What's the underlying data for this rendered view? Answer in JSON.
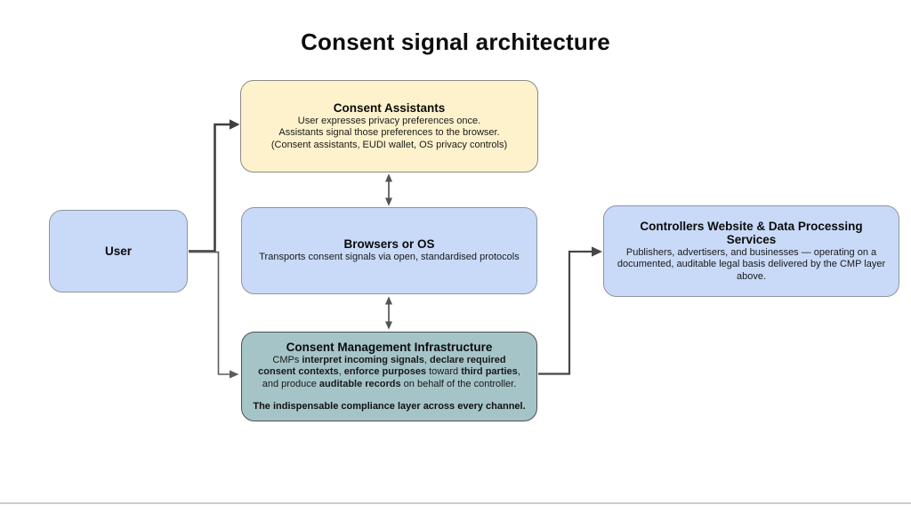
{
  "title": "Consent signal architecture",
  "nodes": {
    "assistants": {
      "title": "Consent Assistants",
      "lines": [
        "User expresses privacy preferences once.",
        "Assistants signal those preferences to the browser.",
        "(Consent assistants, EUDI wallet, OS privacy controls)"
      ],
      "fill": "#FEF2CC"
    },
    "user": {
      "title": "User",
      "fill": "#C8DAF8"
    },
    "browsers": {
      "title": "Browsers or OS",
      "body": "Transports consent signals via open, standardised protocols",
      "fill": "#C8DAF8"
    },
    "controllers": {
      "title": "Controllers Website & Data Processing Services",
      "body": "Publishers, advertisers, and businesses — operating on a documented, auditable legal basis delivered by the CMP layer above.",
      "fill": "#C8DAF8"
    },
    "cmp": {
      "title": "Consent Management Infrastructure",
      "segments": [
        {
          "text": "CMPs ",
          "bold": false
        },
        {
          "text": "interpret incoming signals",
          "bold": true
        },
        {
          "text": ", ",
          "bold": false
        },
        {
          "text": "declare required consent contexts",
          "bold": true
        },
        {
          "text": ", ",
          "bold": false
        },
        {
          "text": "enforce purposes",
          "bold": true
        },
        {
          "text": " toward ",
          "bold": false
        },
        {
          "text": "third parties",
          "bold": true
        },
        {
          "text": ", and produce ",
          "bold": false
        },
        {
          "text": "auditable records",
          "bold": true
        },
        {
          "text": " on behalf of the controller.",
          "bold": false
        }
      ],
      "footer": "The indispensable compliance layer across every channel.",
      "fill": "#A5C4C8"
    }
  },
  "colors": {
    "connector": "#4a4a4a",
    "node_yellow": "#FEF2CC",
    "node_blue": "#C8DAF8",
    "node_teal": "#A5C4C8",
    "canvas_edge": "#CACED2"
  }
}
